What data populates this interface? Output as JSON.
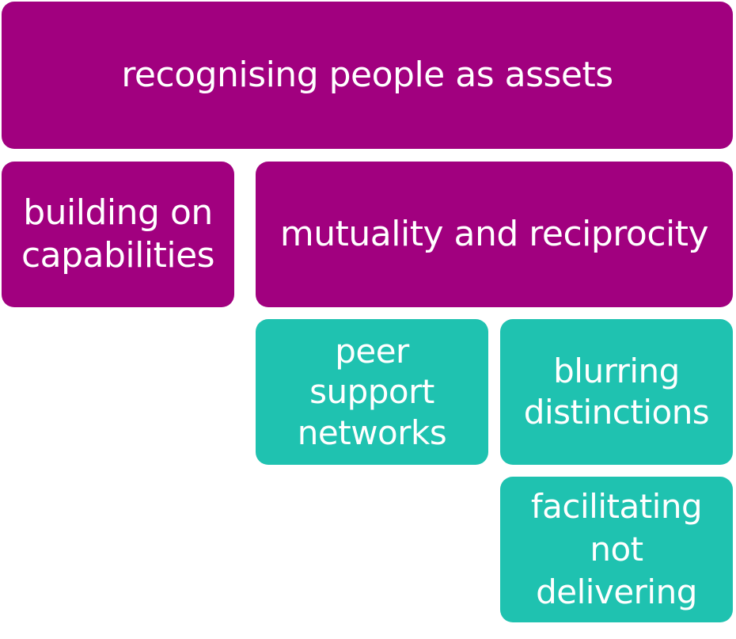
{
  "diagram": {
    "top": {
      "label": "recognising people as assets"
    },
    "capabilities": {
      "lines": [
        "building on",
        "capabilities"
      ]
    },
    "mutuality": {
      "label": "mutuality and reciprocity"
    },
    "peer": {
      "lines": [
        "peer",
        "support",
        "networks"
      ]
    },
    "blurring": {
      "lines": [
        "blurring",
        "distinctions"
      ]
    },
    "facilitating": {
      "lines": [
        "facilitating",
        "not",
        "delivering"
      ]
    }
  },
  "colors": {
    "primary": "#a1007f",
    "secondary": "#1fc2b0",
    "text": "#ffffff"
  }
}
